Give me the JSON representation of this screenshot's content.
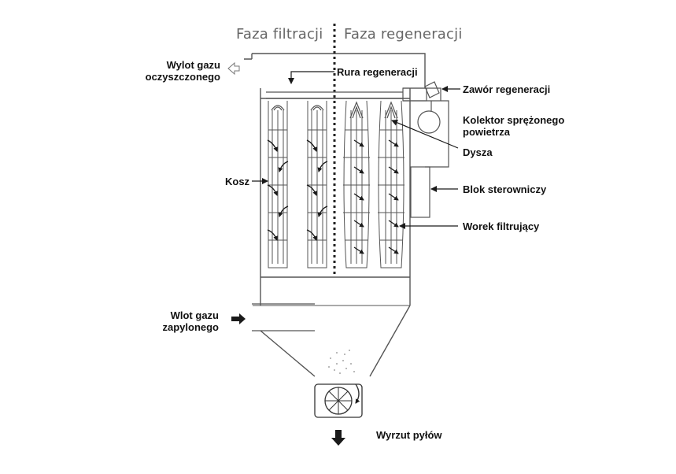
{
  "phases": {
    "filtration": "Faza filtracji",
    "regeneration": "Faza regeneracji"
  },
  "labels": {
    "outlet_line1": "Wylot gazu",
    "outlet_line2": "oczyszczonego",
    "regen_pipe": "Rura regeneracji",
    "regen_valve": "Zawór regeneracji",
    "collector_line1": "Kolektor sprężonego",
    "collector_line2": "powietrza",
    "nozzle": "Dysza",
    "basket": "Kosz",
    "control_unit": "Blok sterowniczy",
    "filter_bag": "Worek filtrujący",
    "inlet_line1": "Wlot gazu",
    "inlet_line2": "zapylonego",
    "dust_discharge": "Wyrzut pyłów"
  },
  "colors": {
    "line": "#555555",
    "dark": "#1a1a1a",
    "phase_text": "#666666"
  }
}
